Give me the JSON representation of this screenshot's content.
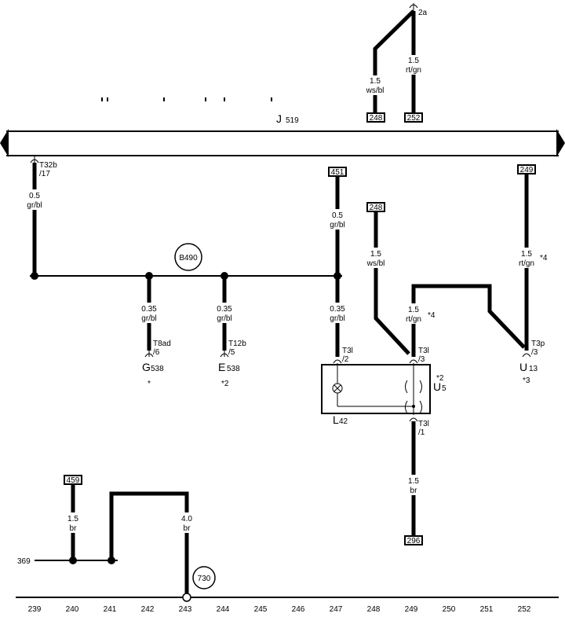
{
  "control_unit": {
    "name": "J",
    "number": "519"
  },
  "top_connector": {
    "pin": "2a"
  },
  "wires": {
    "top_wsbl": {
      "size": "1.5",
      "color": "ws/bl",
      "ref": "248"
    },
    "top_rtgn": {
      "size": "1.5",
      "color": "rt/gn",
      "ref": "252"
    },
    "left_grbl": {
      "pin": "T32b",
      "pin2": "/17",
      "size": "0.5",
      "color": "gr/bl"
    },
    "grbl_451": {
      "ref": "451",
      "size": "0.5",
      "color": "gr/bl"
    },
    "wsbl_248": {
      "ref": "248",
      "size": "1.5",
      "color": "ws/bl"
    },
    "rtgn_249": {
      "ref": "249",
      "size": "1.5",
      "color": "rt/gn",
      "note": "*4"
    },
    "g538_wire": {
      "size": "0.35",
      "color": "gr/bl",
      "pin": "T8ad",
      "pin2": "/6"
    },
    "e538_wire": {
      "size": "0.35",
      "color": "gr/bl",
      "pin": "T12b",
      "pin2": "/5"
    },
    "l42_pin2": {
      "size": "0.35",
      "color": "gr/bl",
      "pin": "T3l",
      "pin2": "/2"
    },
    "u5_pin3": {
      "size": "1.5",
      "color": "rt/gn",
      "note": "*4",
      "pin": "T3l",
      "pin2": "/3"
    },
    "u13_pin3": {
      "pin": "T3p",
      "pin2": "/3"
    },
    "pin1_br": {
      "pin": "T3l",
      "pin2": "/1",
      "size": "1.5",
      "color": "br",
      "ref": "296"
    },
    "br_459": {
      "ref": "459",
      "size": "1.5",
      "color": "br"
    },
    "br_243": {
      "size": "4.0",
      "color": "br"
    }
  },
  "splice": {
    "label": "B490"
  },
  "ground": {
    "label": "730"
  },
  "components": {
    "g538": {
      "letter": "G",
      "number": "538",
      "note": "*"
    },
    "e538": {
      "letter": "E",
      "number": "538",
      "note": "*2"
    },
    "u5": {
      "letter": "U",
      "number": "5",
      "note": "*2"
    },
    "u13": {
      "letter": "U",
      "number": "13",
      "note": "*3"
    },
    "l42": {
      "letter": "L",
      "number": "42"
    }
  },
  "left_ref": "369",
  "grid_numbers": [
    "239",
    "240",
    "241",
    "242",
    "243",
    "244",
    "245",
    "246",
    "247",
    "248",
    "249",
    "250",
    "251",
    "252"
  ]
}
